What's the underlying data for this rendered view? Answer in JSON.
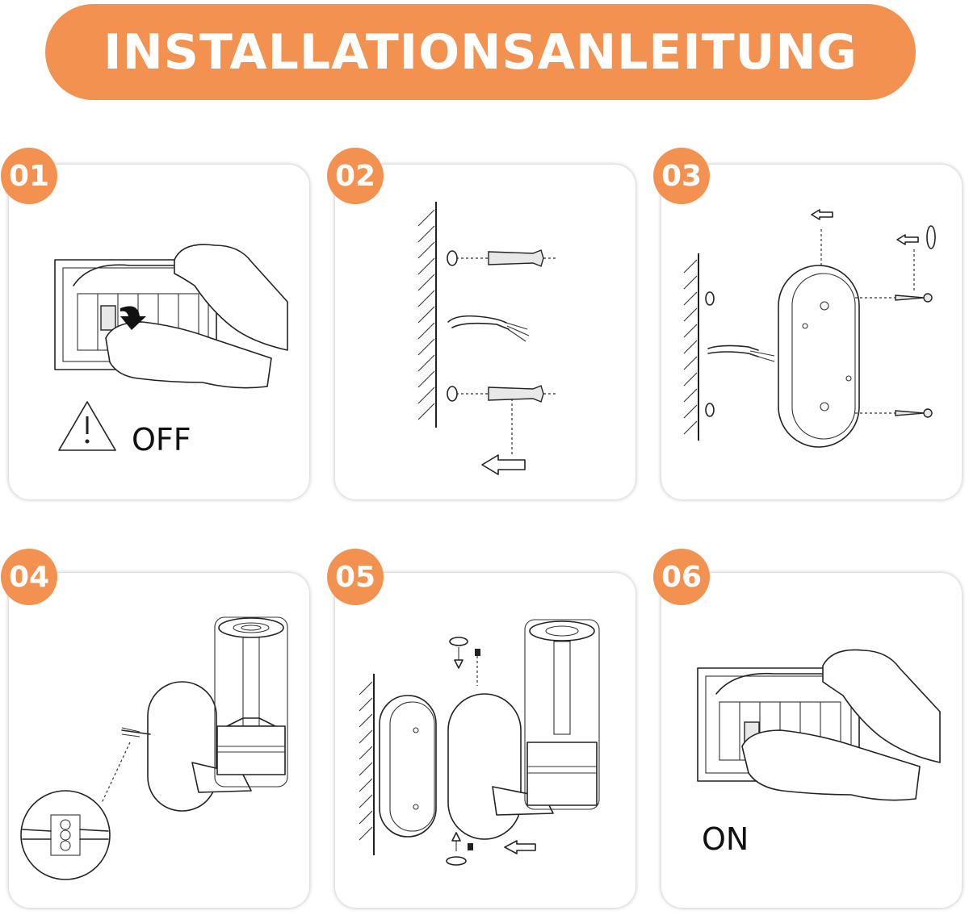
{
  "title": "INSTALLATIONSANLEITUNG",
  "colors": {
    "accent": "#f39250",
    "text": "#111111"
  },
  "steps": [
    {
      "number": "01",
      "label": "OFF"
    },
    {
      "number": "02",
      "label": ""
    },
    {
      "number": "03",
      "label": ""
    },
    {
      "number": "04",
      "label": ""
    },
    {
      "number": "05",
      "label": ""
    },
    {
      "number": "06",
      "label": "ON"
    }
  ]
}
